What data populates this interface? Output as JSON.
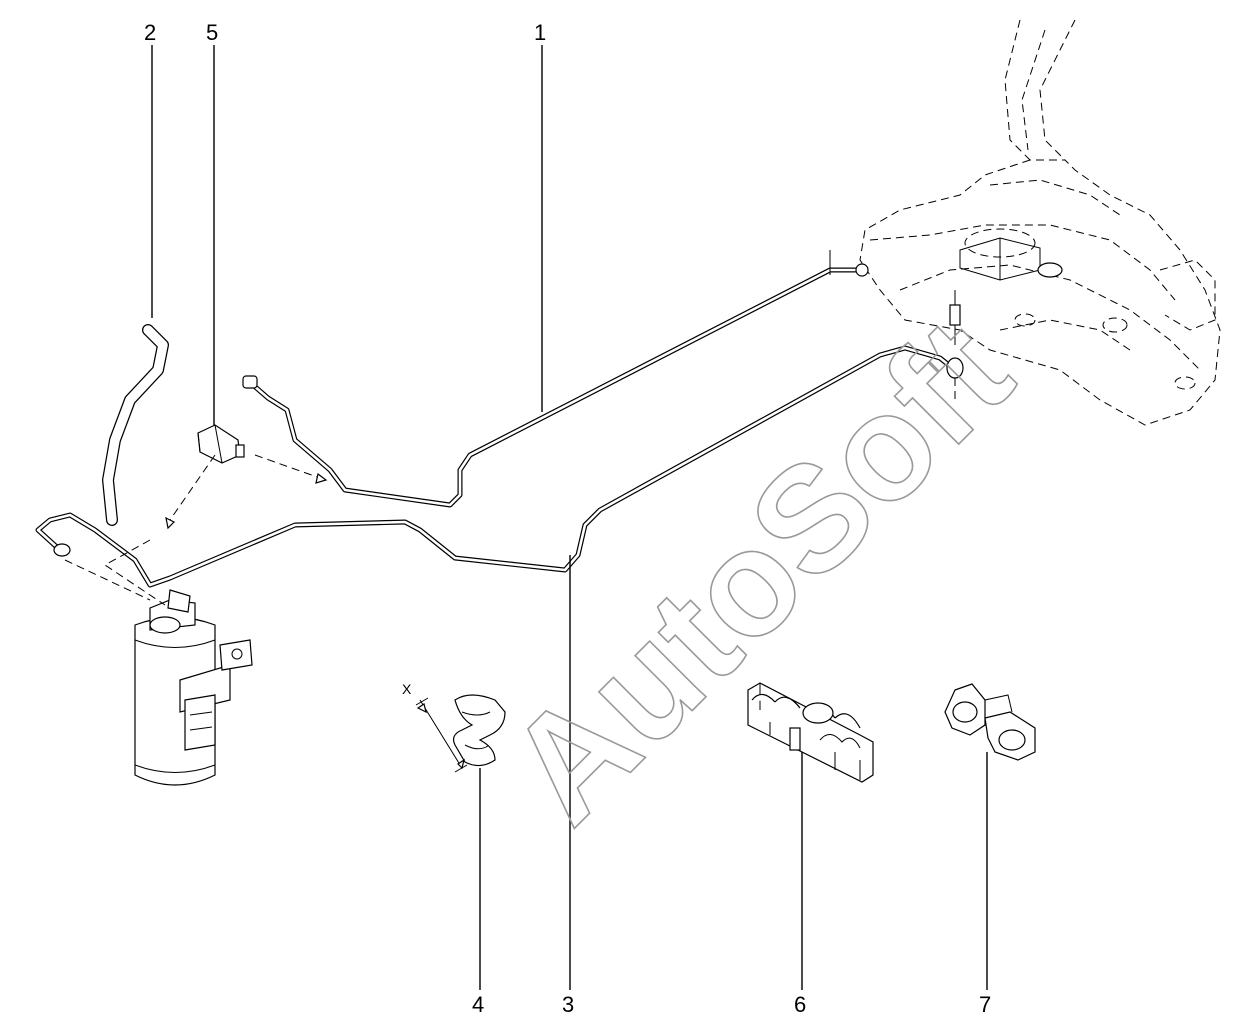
{
  "diagram": {
    "watermark": "AutoSoft",
    "dimension_label": "X",
    "callouts": [
      {
        "id": "1",
        "label": "1"
      },
      {
        "id": "2",
        "label": "2"
      },
      {
        "id": "3",
        "label": "3"
      },
      {
        "id": "4",
        "label": "4"
      },
      {
        "id": "5",
        "label": "5"
      },
      {
        "id": "6",
        "label": "6"
      },
      {
        "id": "7",
        "label": "7"
      }
    ]
  }
}
